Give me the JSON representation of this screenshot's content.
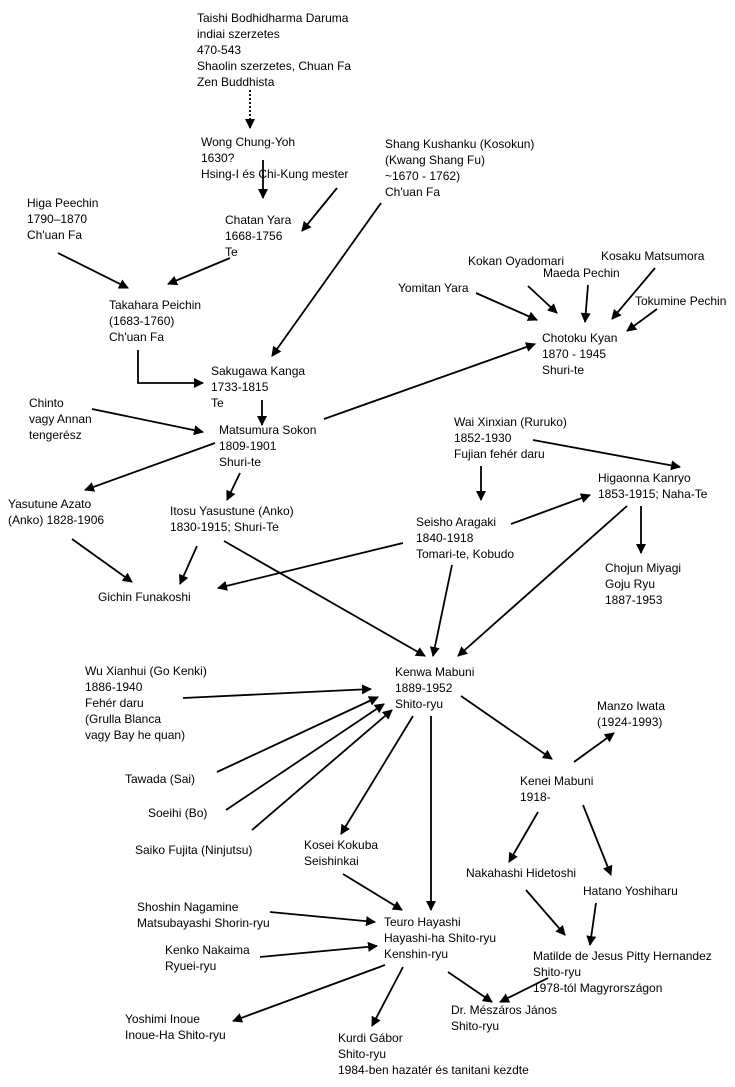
{
  "nodes": {
    "bodhidharma": [
      "Taishi Bodhidharma Daruma",
      "indiai szerzetes",
      "470-543",
      "Shaolin szerzetes, Chuan Fa",
      "Zen Buddhista"
    ],
    "wong": [
      "Wong Chung-Yoh",
      "1630?",
      "Hsing-I és Chi-Kung mester"
    ],
    "kushanku": [
      "Shang Kushanku (Kosokun)",
      "(Kwang Shang Fu)",
      "~1670 - 1762)",
      "Ch'uan Fa"
    ],
    "higa": [
      "Higa Peechin",
      "1790–1870",
      "Ch'uan Fa"
    ],
    "chatan": [
      "Chatan Yara",
      "1668-1756",
      "Te"
    ],
    "takahara": [
      "Takahara Peichin",
      "(1683-1760)",
      "Ch'uan Fa"
    ],
    "sakugawa": [
      "Sakugawa Kanga",
      "1733-1815",
      "Te"
    ],
    "chinto": [
      "Chinto",
      "vagy Annan",
      "tengerész"
    ],
    "matsumura": [
      "Matsumura Sokon",
      "1809-1901",
      "Shuri-te"
    ],
    "kokan": [
      "Kokan Oyadomari"
    ],
    "kosaku": [
      "Kosaku Matsumora"
    ],
    "maeda": [
      "Maeda Pechin"
    ],
    "yomitan": [
      "Yomitan Yara"
    ],
    "tokumine": [
      "Tokumine Pechin"
    ],
    "chotoku": [
      "Chotoku Kyan",
      "1870 - 1945",
      "Shuri-te"
    ],
    "wai": [
      "Wai Xinxian (Ruruko)",
      "1852-1930",
      "Fujian fehér daru"
    ],
    "higaonna": [
      "Higaonna Kanryo",
      "1853-1915; Naha-Te"
    ],
    "azato": [
      "Yasutune Azato",
      "(Anko) 1828-1906"
    ],
    "itosu": [
      "Itosu Yasustune (Anko)",
      "1830-1915; Shuri-Te"
    ],
    "seisho": [
      "Seisho Aragaki",
      "1840-1918",
      "Tomari-te, Kobudo"
    ],
    "miyagi": [
      "Chojun Miyagi",
      "Goju Ryu",
      "1887-1953"
    ],
    "funakoshi": [
      "Gichin Funakoshi"
    ],
    "wuxianhui": [
      "Wu Xianhui (Go Kenki)",
      "1886-1940",
      "Fehér daru",
      "(Grulla Blanca",
      "vagy Bay he quan)"
    ],
    "kenwa": [
      "Kenwa Mabuni",
      "1889-1952",
      "Shito-ryu"
    ],
    "manzo": [
      "Manzo Iwata",
      "(1924-1993)"
    ],
    "tawada": [
      "Tawada (Sai)"
    ],
    "kenei": [
      "Kenei Mabuni",
      "1918-"
    ],
    "soeihi": [
      "Soeihi (Bo)"
    ],
    "saiko": [
      "Saiko Fujita (Ninjutsu)"
    ],
    "kosei": [
      "Kosei Kokuba",
      "Seishinkai"
    ],
    "nakahashi": [
      "Nakahashi Hidetoshi"
    ],
    "hatano": [
      "Hatano Yoshiharu"
    ],
    "shoshin": [
      "Shoshin Nagamine",
      "Matsubayashi Shorin-ryu"
    ],
    "teuro": [
      "Teuro Hayashi",
      "Hayashi-ha Shito-ryu",
      "Kenshin-ryu"
    ],
    "kenko": [
      "Kenko Nakaima",
      "Ryuei-ryu"
    ],
    "matilde": [
      "Matilde de Jesus Pitty Hernandez",
      "Shito-ryu",
      "1978-tól Magyrországon"
    ],
    "meszaros": [
      "Dr. Mészáros János",
      "Shito-ryu"
    ],
    "yoshimi": [
      "Yoshimi Inoue",
      "Inoue-Ha Shito-ryu"
    ],
    "kurdi": [
      "Kurdi Gábor",
      "Shito-ryu",
      "1984-ben hazatér és tanitani kezdte"
    ]
  },
  "edges": [
    {
      "from": "bodhidharma",
      "to": "wong",
      "style": "dotted"
    },
    {
      "from": "wong",
      "to": "chatan",
      "style": "solid"
    },
    {
      "from": "kushanku",
      "to": "chatan",
      "style": "solid"
    },
    {
      "from": "kushanku",
      "to": "sakugawa",
      "style": "solid"
    },
    {
      "from": "higa",
      "to": "takahara",
      "style": "solid"
    },
    {
      "from": "chatan",
      "to": "takahara",
      "style": "solid"
    },
    {
      "from": "takahara",
      "to": "sakugawa",
      "style": "solid"
    },
    {
      "from": "sakugawa",
      "to": "matsumura",
      "style": "solid"
    },
    {
      "from": "chinto",
      "to": "matsumura",
      "style": "solid"
    },
    {
      "from": "matsumura",
      "to": "chotoku",
      "style": "solid"
    },
    {
      "from": "kokan",
      "to": "chotoku",
      "style": "solid"
    },
    {
      "from": "maeda",
      "to": "chotoku",
      "style": "solid"
    },
    {
      "from": "kosaku",
      "to": "chotoku",
      "style": "solid"
    },
    {
      "from": "yomitan",
      "to": "chotoku",
      "style": "solid"
    },
    {
      "from": "tokumine",
      "to": "chotoku",
      "style": "solid"
    },
    {
      "from": "matsumura",
      "to": "azato",
      "style": "solid"
    },
    {
      "from": "matsumura",
      "to": "itosu",
      "style": "solid"
    },
    {
      "from": "wai",
      "to": "higaonna",
      "style": "solid"
    },
    {
      "from": "wai",
      "to": "seisho",
      "style": "solid"
    },
    {
      "from": "seisho",
      "to": "higaonna",
      "style": "solid"
    },
    {
      "from": "higaonna",
      "to": "miyagi",
      "style": "solid"
    },
    {
      "from": "azato",
      "to": "funakoshi",
      "style": "solid"
    },
    {
      "from": "itosu",
      "to": "funakoshi",
      "style": "solid"
    },
    {
      "from": "seisho",
      "to": "funakoshi",
      "style": "solid"
    },
    {
      "from": "itosu",
      "to": "kenwa",
      "style": "solid"
    },
    {
      "from": "seisho",
      "to": "kenwa",
      "style": "solid"
    },
    {
      "from": "higaonna",
      "to": "kenwa",
      "style": "solid"
    },
    {
      "from": "wuxianhui",
      "to": "kenwa",
      "style": "solid"
    },
    {
      "from": "tawada",
      "to": "kenwa",
      "style": "solid"
    },
    {
      "from": "soeihi",
      "to": "kenwa",
      "style": "solid"
    },
    {
      "from": "saiko",
      "to": "kenwa",
      "style": "solid"
    },
    {
      "from": "kenwa",
      "to": "kenei",
      "style": "solid"
    },
    {
      "from": "kenwa",
      "to": "kosei",
      "style": "solid"
    },
    {
      "from": "kenwa",
      "to": "teuro",
      "style": "solid"
    },
    {
      "from": "kenei",
      "to": "manzo",
      "style": "solid"
    },
    {
      "from": "kenei",
      "to": "nakahashi",
      "style": "solid"
    },
    {
      "from": "kenei",
      "to": "hatano",
      "style": "solid"
    },
    {
      "from": "kosei",
      "to": "teuro",
      "style": "solid"
    },
    {
      "from": "shoshin",
      "to": "teuro",
      "style": "solid"
    },
    {
      "from": "kenko",
      "to": "teuro",
      "style": "solid"
    },
    {
      "from": "nakahashi",
      "to": "matilde",
      "style": "solid"
    },
    {
      "from": "hatano",
      "to": "matilde",
      "style": "solid"
    },
    {
      "from": "teuro",
      "to": "meszaros",
      "style": "solid"
    },
    {
      "from": "matilde",
      "to": "meszaros",
      "style": "solid"
    },
    {
      "from": "teuro",
      "to": "yoshimi",
      "style": "solid"
    },
    {
      "from": "teuro",
      "to": "kurdi",
      "style": "solid"
    }
  ]
}
